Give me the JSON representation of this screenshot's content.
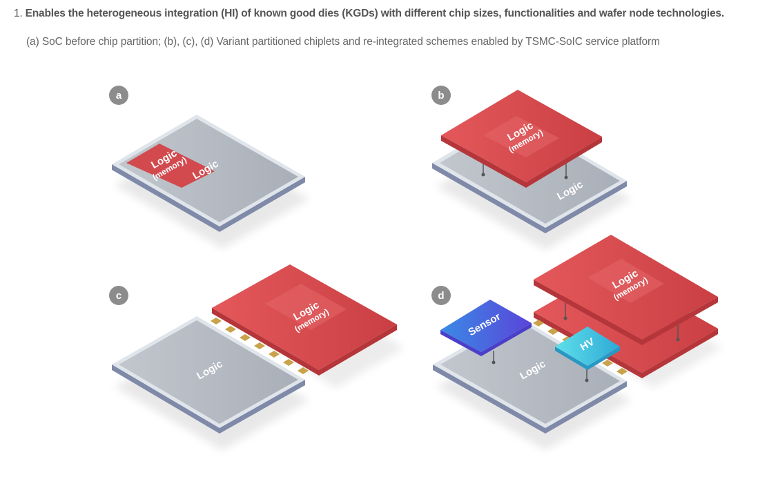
{
  "heading": {
    "number": "1.",
    "text": "Enables the heterogeneous integration (HI) of known good dies (KGDs) with different chip sizes, functionalities and wafer node technologies."
  },
  "caption": "(a) SoC before chip partition; (b), (c), (d) Variant partitioned chiplets and re-integrated schemes enabled by TSMC-SoIC service platform",
  "panels": {
    "a": {
      "badge": "a",
      "memory_label": "Logic",
      "memory_sub": "(memory)",
      "base_label": "Logic"
    },
    "b": {
      "badge": "b",
      "memory_label": "Logic",
      "memory_sub": "(memory)",
      "base_label": "Logic"
    },
    "c": {
      "badge": "c",
      "memory_label": "Logic",
      "memory_sub": "(memory)",
      "base_label": "Logic"
    },
    "d": {
      "badge": "d",
      "memory_label": "Logic",
      "memory_sub": "(memory)",
      "base_label": "Logic",
      "sensor_label": "Sensor",
      "hv_label": "HV"
    }
  },
  "colors": {
    "logic_top": "#b3b8c0",
    "logic_rim": "#dfe5ea",
    "logic_side": "#7f89a8",
    "memory_top": "#d94f52",
    "memory_side": "#b5363a",
    "sensor_top": "#3f6fe0",
    "hv_top": "#3cc8dc",
    "bump": "#c9a24a",
    "badge": "#8c8c8c"
  }
}
